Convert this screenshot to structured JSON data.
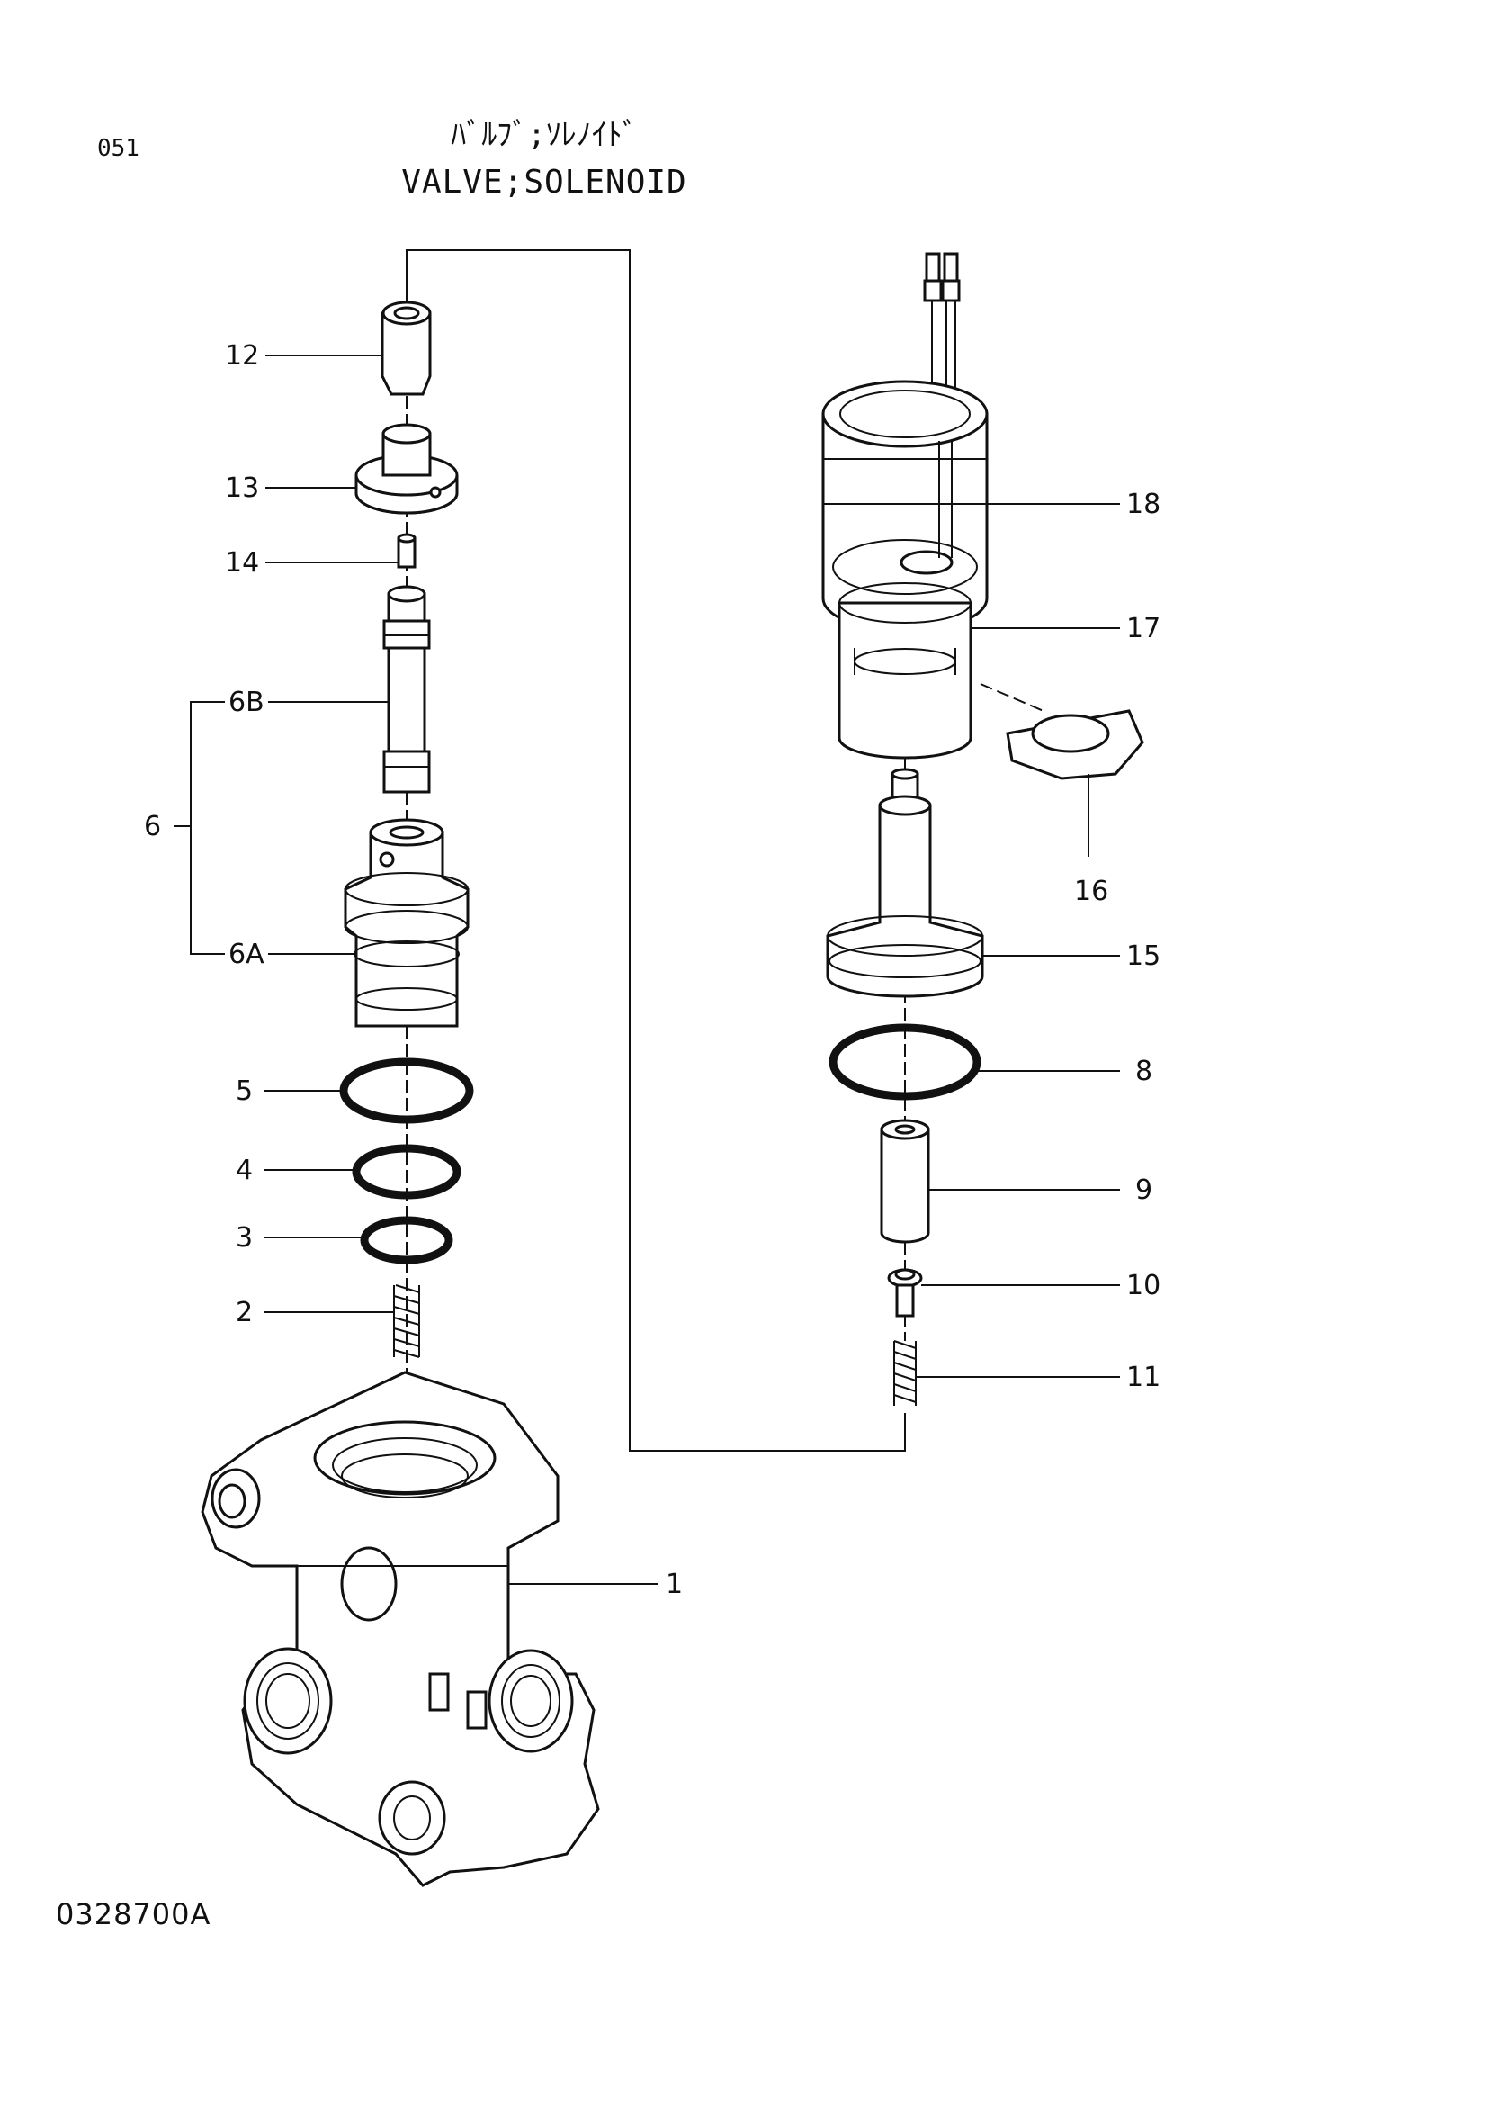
{
  "header": {
    "page_number": "051",
    "title_jp": "ﾊﾞﾙﾌﾞ;ｿﾚﾉｲﾄﾞ",
    "title_en": "VALVE;SOLENOID"
  },
  "footer": {
    "drawing_number": "0328700A"
  },
  "callouts": {
    "p1": "1",
    "p2": "2",
    "p3": "3",
    "p4": "4",
    "p5": "5",
    "p6": "6",
    "p6a": "6A",
    "p6b": "6B",
    "p8": "8",
    "p9": "9",
    "p10": "10",
    "p11": "11",
    "p12": "12",
    "p13": "13",
    "p14": "14",
    "p15": "15",
    "p16": "16",
    "p17": "17",
    "p18": "18"
  }
}
